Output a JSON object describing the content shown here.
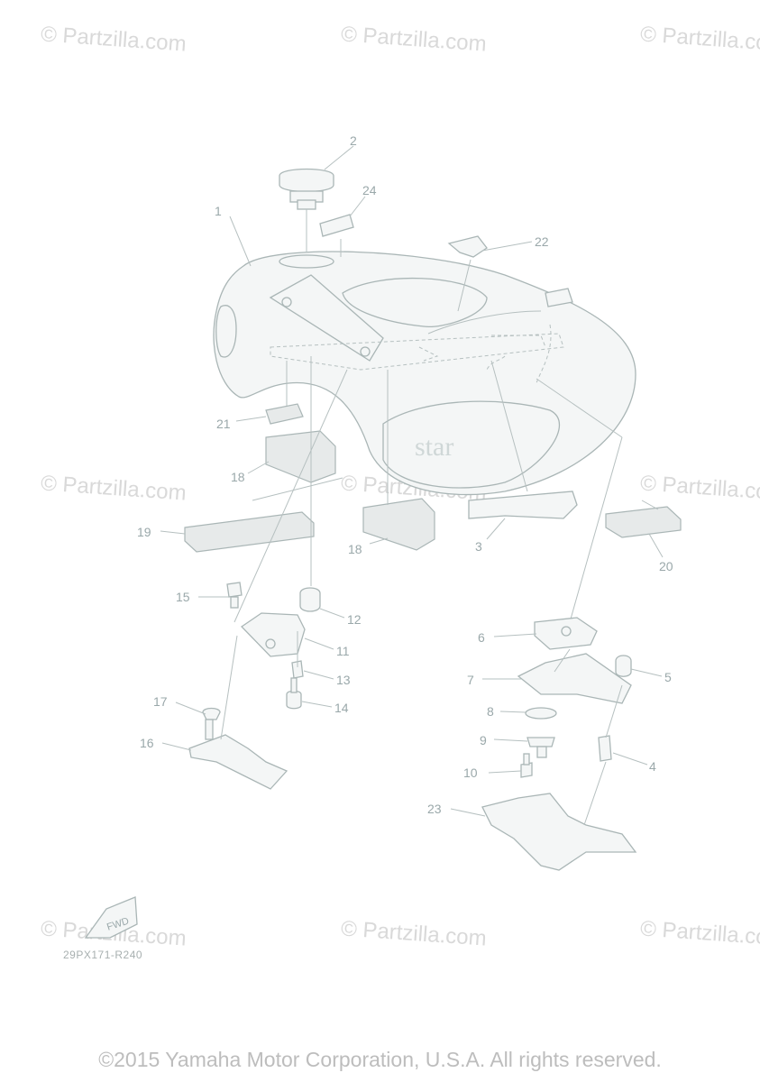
{
  "watermarks": [
    "© Partzilla.com",
    "© Partzilla.com",
    "© Partzilla.com",
    "© Partzilla.com",
    "© Partzilla.com",
    "© Partzilla.com",
    "© Partzilla.com",
    "© Partzilla.com",
    "© Partzilla.com"
  ],
  "tank_logo": "star",
  "fwd_label": "FWD",
  "diagram_code": "29PX171-R240",
  "copyright": "©2015 Yamaha Motor Corporation, U.S.A. All rights reserved.",
  "callouts": [
    "1",
    "2",
    "3",
    "4",
    "5",
    "6",
    "7",
    "8",
    "9",
    "10",
    "11",
    "12",
    "13",
    "14",
    "15",
    "16",
    "17",
    "18",
    "18",
    "19",
    "20",
    "21",
    "22",
    "23",
    "24"
  ]
}
